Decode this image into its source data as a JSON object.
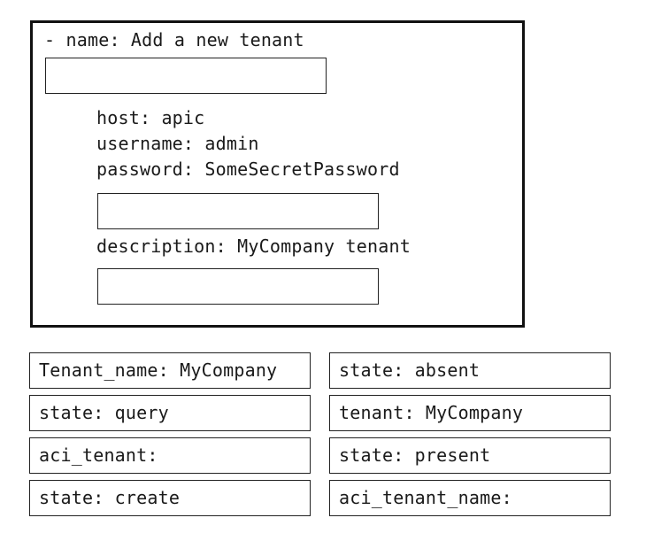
{
  "code": {
    "task_line": "- name: Add a new tenant",
    "host_line": "host: apic",
    "username_line": "username: admin",
    "password_line": "password: SomeSecretPassword",
    "description_line": "description: MyCompany tenant"
  },
  "options": [
    "Tenant_name: MyCompany",
    "state: absent",
    "state: query",
    "tenant: MyCompany",
    "aci_tenant:",
    "state: present",
    "state: create",
    "aci_tenant_name:"
  ]
}
